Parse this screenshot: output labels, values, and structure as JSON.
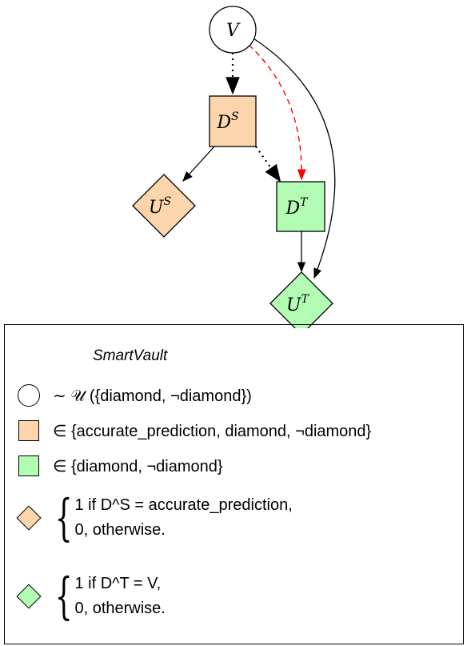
{
  "nodes": {
    "v": {
      "label": "V"
    },
    "ds": {
      "label": "D",
      "sup": "S",
      "color": "#fcd5ad"
    },
    "us": {
      "label": "U",
      "sup": "S",
      "color": "#fcd5ad"
    },
    "dt": {
      "label": "D",
      "sup": "T",
      "color": "#b3fcb3"
    },
    "ut": {
      "label": "U",
      "sup": "T",
      "color": "#b3fcb3"
    }
  },
  "edges": [
    {
      "from": "v",
      "to": "ds",
      "style": "dotted"
    },
    {
      "from": "v",
      "to": "dt",
      "style": "dashed",
      "color": "#ff0000"
    },
    {
      "from": "v",
      "to": "ut",
      "style": "solid"
    },
    {
      "from": "ds",
      "to": "us",
      "style": "solid"
    },
    {
      "from": "ds",
      "to": "dt",
      "style": "dotted"
    },
    {
      "from": "dt",
      "to": "ut",
      "style": "solid"
    }
  ],
  "legend": {
    "title": "SmartVault",
    "chance_text": "∼ 𝒰 ({diamond, ¬diamond})",
    "orange_decision_text": "∈ {accurate_prediction, diamond, ¬diamond}",
    "green_decision_text": "∈ {diamond, ¬diamond}",
    "orange_utility": {
      "line1": "1 if D^S = accurate_prediction,",
      "line2": "0, otherwise."
    },
    "green_utility": {
      "line1": "1 if D^T = V,",
      "line2": "0, otherwise."
    }
  }
}
